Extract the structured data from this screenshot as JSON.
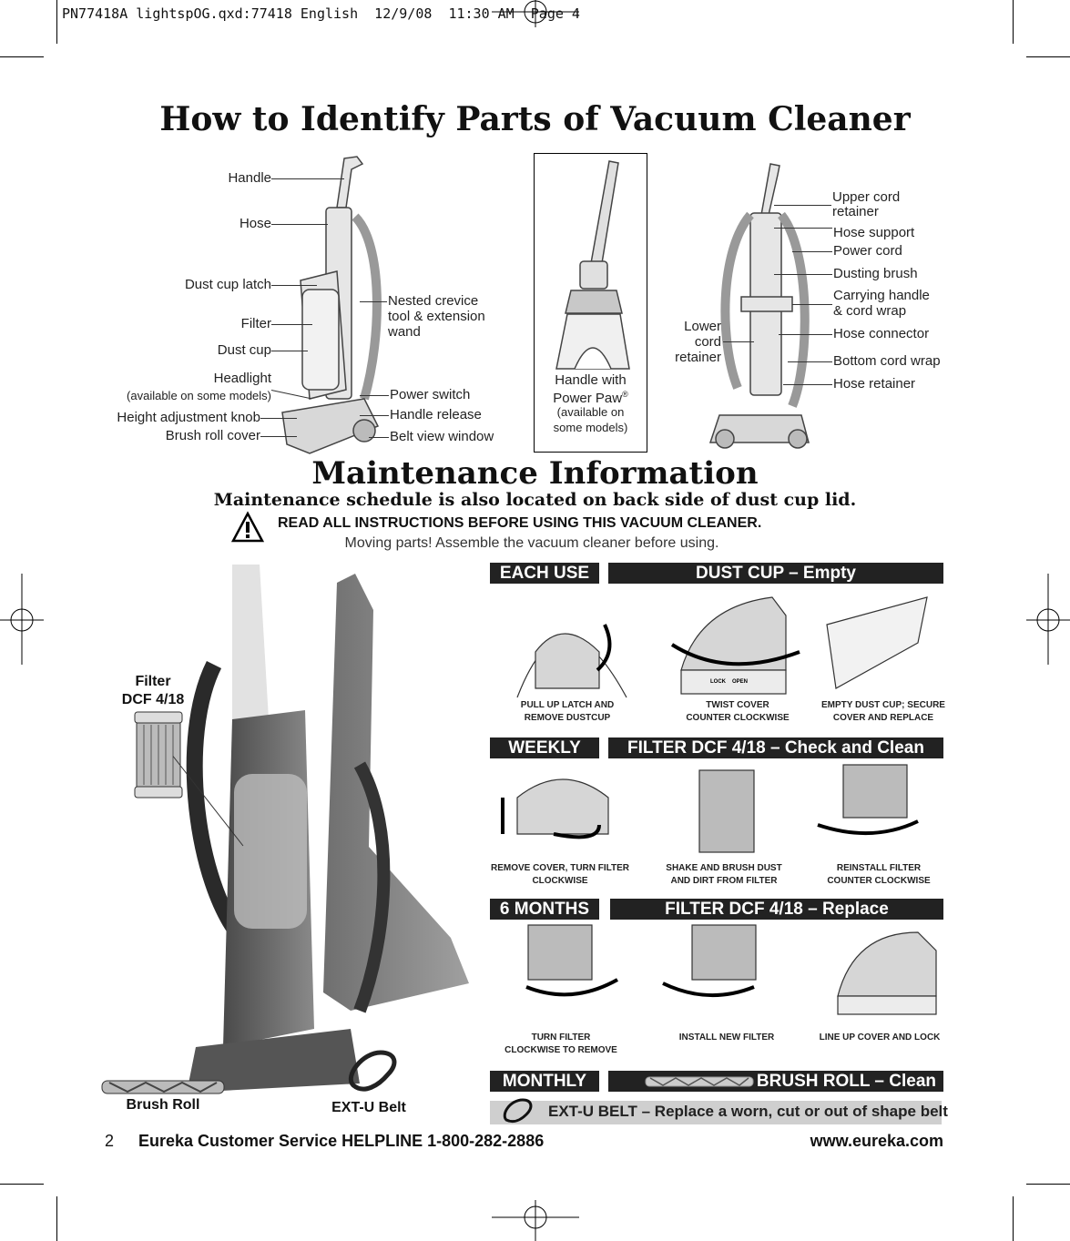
{
  "prepress_header": "PN77418A lightspOG.qxd:77418 English  12/9/08  11:30 AM  Page 4",
  "title": "How to Identify Parts of Vacuum Cleaner",
  "parts_left": {
    "handle": "Handle",
    "hose": "Hose",
    "dust_cup_latch": "Dust cup latch",
    "filter": "Filter",
    "dust_cup": "Dust cup",
    "headlight": "Headlight",
    "headlight_note": "(available on some models)",
    "height_knob": "Height adjustment knob",
    "brush_roll_cover": "Brush roll cover",
    "nested_1": "Nested crevice",
    "nested_2": "tool & extension",
    "nested_3": "wand",
    "power_switch": "Power switch",
    "handle_release": "Handle release",
    "belt_view_window": "Belt view window"
  },
  "handle_box": {
    "line1": "Handle with",
    "line2": "Power Paw",
    "reg": "®",
    "note1": "(available on",
    "note2": "some models)"
  },
  "parts_right": {
    "upper_cord_1": "Upper cord",
    "upper_cord_2": "retainer",
    "hose_support": "Hose support",
    "power_cord": "Power cord",
    "dusting_brush": "Dusting brush",
    "carrying_1": "Carrying handle",
    "carrying_2": "& cord wrap",
    "hose_connector": "Hose connector",
    "bottom_cord_wrap": "Bottom cord wrap",
    "hose_retainer": "Hose retainer",
    "lower_1": "Lower",
    "lower_2": "cord",
    "lower_3": "retainer"
  },
  "maintenance": {
    "title": "Maintenance Information",
    "subtitle": "Maintenance schedule is also located on back side of dust cup lid.",
    "warning": "READ ALL INSTRUCTIONS BEFORE USING THIS VACUUM CLEANER.",
    "warning_sub": "Moving parts! Assemble the vacuum cleaner before using."
  },
  "photo_labels": {
    "filter_1": "Filter",
    "filter_2": "DCF 4/18",
    "brush_roll": "Brush Roll",
    "belt": "EXT-U Belt"
  },
  "schedule": [
    {
      "freq": "EACH USE",
      "task": "DUST CUP – Empty",
      "steps": [
        [
          "PULL UP LATCH AND",
          "REMOVE DUSTCUP"
        ],
        [
          "TWIST COVER",
          "COUNTER CLOCKWISE"
        ],
        [
          "EMPTY DUST CUP; SECURE",
          "COVER AND REPLACE"
        ]
      ]
    },
    {
      "freq": "WEEKLY",
      "task": "FILTER DCF 4/18 – Check and Clean",
      "steps": [
        [
          "REMOVE COVER, TURN FILTER",
          "CLOCKWISE"
        ],
        [
          "SHAKE AND BRUSH DUST",
          "AND DIRT FROM FILTER"
        ],
        [
          "REINSTALL FILTER",
          "COUNTER CLOCKWISE"
        ]
      ]
    },
    {
      "freq": "6 MONTHS",
      "task": "FILTER DCF 4/18 – Replace",
      "steps": [
        [
          "TURN FILTER",
          "CLOCKWISE TO REMOVE"
        ],
        [
          "INSTALL NEW FILTER",
          ""
        ],
        [
          "LINE UP COVER AND LOCK",
          ""
        ]
      ]
    },
    {
      "freq": "MONTHLY",
      "task": "BRUSH ROLL – Clean",
      "steps": []
    }
  ],
  "lock_labels": {
    "lock": "LOCK",
    "open": "OPEN"
  },
  "belt_bar": "EXT-U BELT – Replace a worn, cut or out of shape belt",
  "footer": {
    "page": "2",
    "helpline": "Eureka Customer Service HELPLINE 1-800-282-2886",
    "website": "www.eureka.com"
  }
}
